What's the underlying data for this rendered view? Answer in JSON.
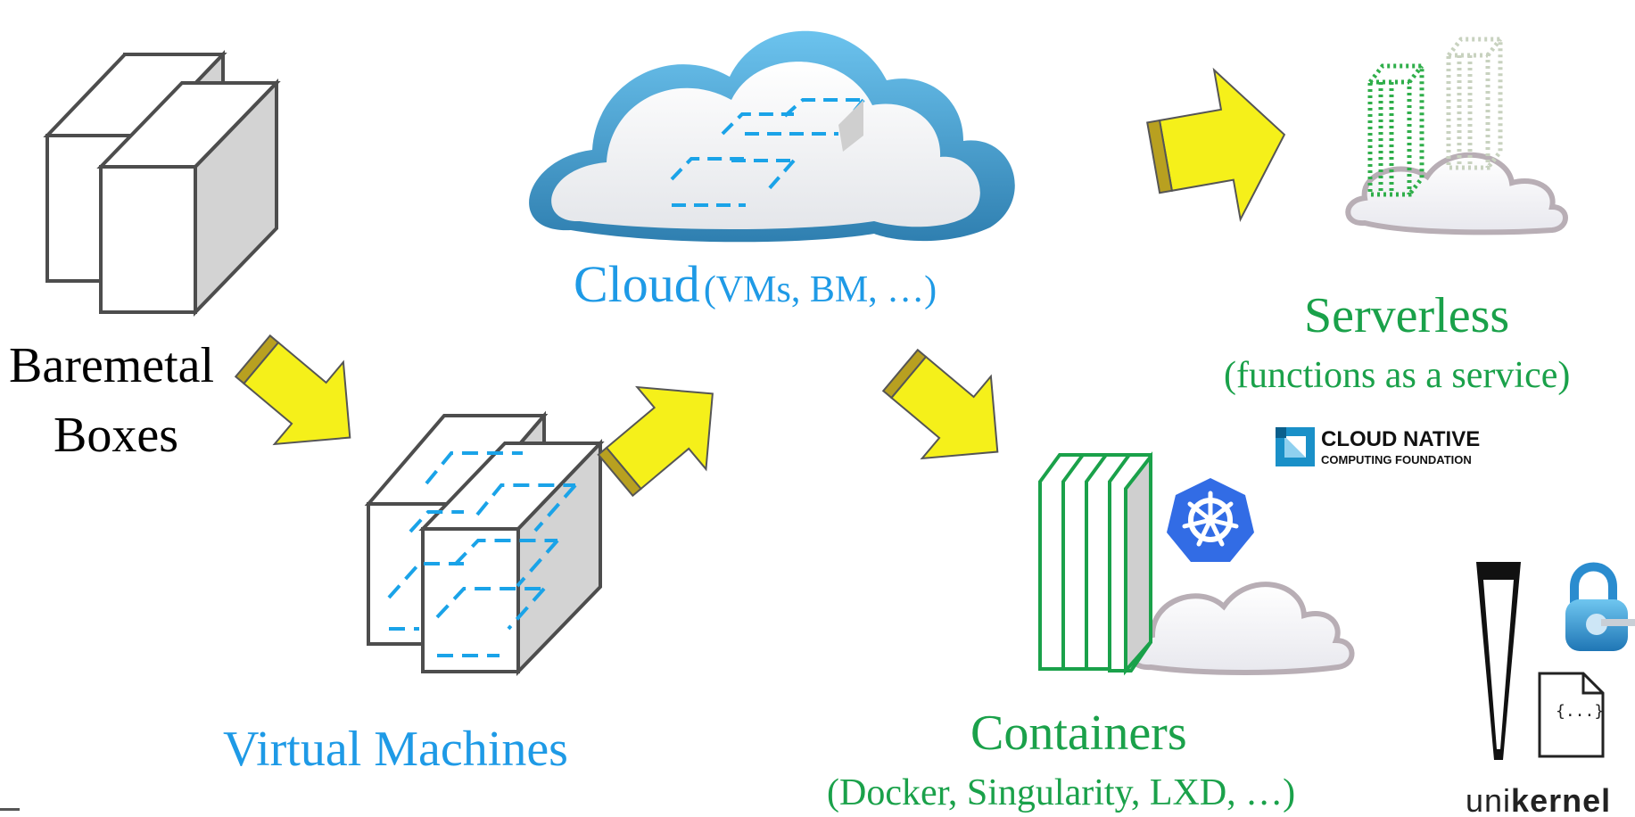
{
  "labels": {
    "baremetal_line1": "Baremetal",
    "baremetal_line2": "Boxes",
    "virtual_machines": "Virtual Machines",
    "cloud_main": "Cloud",
    "cloud_sub": "(VMs, BM, …)",
    "serverless_main": "Serverless",
    "serverless_sub": "(functions as a service)",
    "containers_main": "Containers",
    "containers_sub": "(Docker, Singularity, LXD, …)"
  },
  "logos": {
    "cncf_line1": "CLOUD NATIVE",
    "cncf_line2": "COMPUTING FOUNDATION",
    "unikernel_prefix": "uni",
    "unikernel_bold": "kernel",
    "json_file_glyph": "{...}"
  },
  "colors": {
    "arrow_fill": "#f5f01a",
    "box_stroke": "#4d4d4d",
    "vm_dash": "#1aa3e8",
    "container_green": "#1aa14a",
    "cloud_blue": "#3a9ed0",
    "kubernetes_blue": "#326ce5"
  }
}
